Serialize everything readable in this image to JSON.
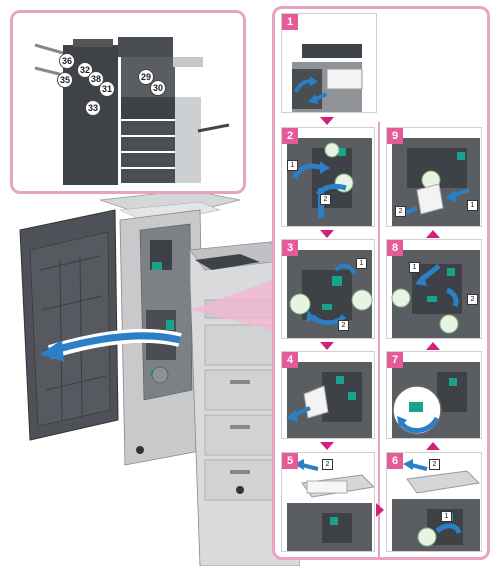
{
  "overview": {
    "callouts": [
      "36",
      "32",
      "35",
      "38",
      "31",
      "33",
      "29",
      "30"
    ]
  },
  "steps": [
    {
      "number": "1",
      "subs": []
    },
    {
      "number": "2",
      "subs": [
        "1",
        "2"
      ]
    },
    {
      "number": "3",
      "subs": [
        "1",
        "2"
      ]
    },
    {
      "number": "4",
      "subs": []
    },
    {
      "number": "5",
      "subs": [
        "2"
      ]
    },
    {
      "number": "6",
      "subs": [
        "2",
        "1"
      ]
    },
    {
      "number": "7",
      "subs": []
    },
    {
      "number": "8",
      "subs": [
        "1",
        "2"
      ]
    },
    {
      "number": "9",
      "subs": [
        "1",
        "2"
      ]
    }
  ],
  "colors": {
    "frame": "#e8a3c3",
    "step_badge": "#e55a98",
    "arrow_indicator": "#d61f7a",
    "action_arrow": "#2a7fc6",
    "lever": "#1aa38c"
  }
}
